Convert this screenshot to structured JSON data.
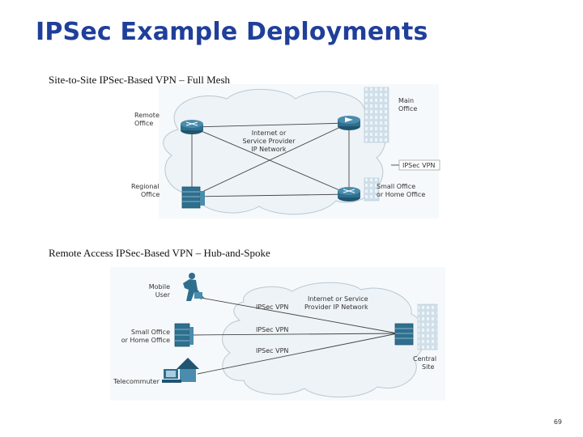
{
  "slide": {
    "title": "IPSec Example Deployments",
    "page_number": "69"
  },
  "mesh": {
    "caption": "Site-to-Site IPSec-Based VPN – Full Mesh",
    "remote_office": [
      "Remote",
      "Office"
    ],
    "regional_office": [
      "Regional",
      "Office"
    ],
    "main_office": [
      "Main",
      "Office"
    ],
    "small_office": [
      "Small Office",
      "or Home Office"
    ],
    "internet": [
      "Internet or",
      "Service Provider",
      "IP Network"
    ],
    "legend": "IPSec VPN"
  },
  "hub": {
    "caption": "Remote Access IPSec-Based VPN – Hub-and-Spoke",
    "mobile_user": [
      "Mobile",
      "User"
    ],
    "small_office": [
      "Small Office",
      "or Home Office"
    ],
    "telecommuter": "Telecommuter",
    "central_site": [
      "Central",
      "Site"
    ],
    "internet": [
      "Internet or Service",
      "Provider IP Network"
    ],
    "vpn_label": "IPSec VPN"
  },
  "colors": {
    "title": "#1f3f9a",
    "device": "#2f6f8e",
    "cloud": "#eef3f7",
    "building": "#cfdfe9"
  }
}
